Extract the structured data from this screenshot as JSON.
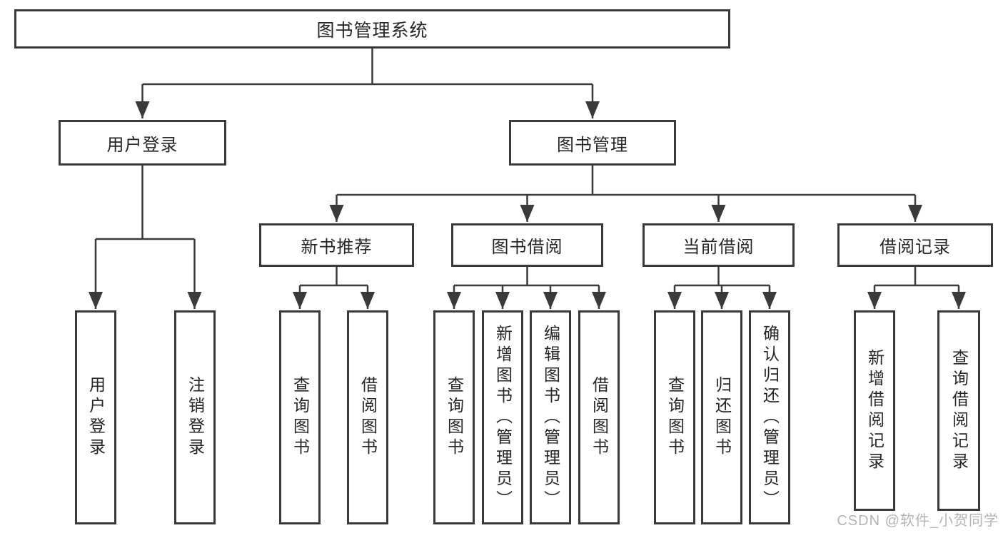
{
  "tree": {
    "root": "图书管理系统",
    "branches": [
      {
        "label": "用户登录",
        "children": [
          "用户登录",
          "注销登录"
        ]
      },
      {
        "label": "图书管理",
        "groups": [
          {
            "label": "新书推荐",
            "children": [
              "查询图书",
              "借阅图书"
            ]
          },
          {
            "label": "图书借阅",
            "children": [
              "查询图书",
              "新增图书（管理员）",
              "编辑图书（管理员）",
              "借阅图书"
            ]
          },
          {
            "label": "当前借阅",
            "children": [
              "查询图书",
              "归还图书",
              "确认归还（管理员）"
            ]
          },
          {
            "label": "借阅记录",
            "children": [
              "新增借阅记录",
              "查询借阅记录"
            ]
          }
        ]
      }
    ]
  },
  "colors": {
    "line": "#3a3a3a",
    "box_border": "#3a3a3a",
    "text": "#262626",
    "watermark": "#b4b4b4"
  },
  "watermark": {
    "text": "CSDN @软件_小贺同学"
  }
}
